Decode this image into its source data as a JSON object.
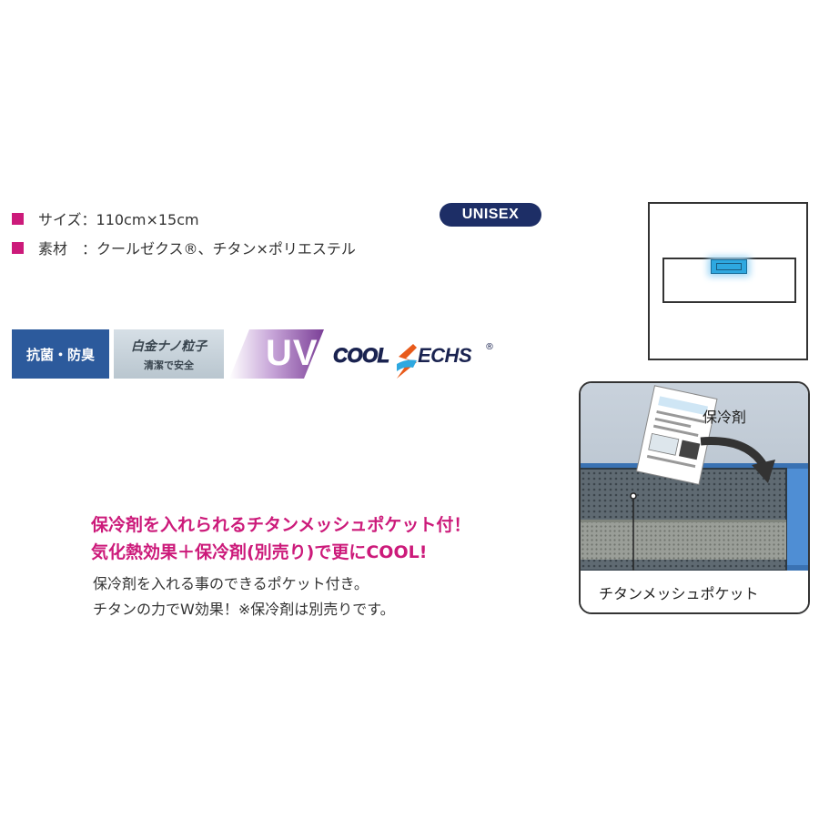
{
  "specs": [
    {
      "label": "サイズ：110cm×15cm"
    },
    {
      "label": "素材　：クールゼクス®、チタン×ポリエステル"
    }
  ],
  "unisex_badge": "UNISEX",
  "feature_badges": {
    "antibacterial": "抗菌・防臭",
    "platinum_line1": "白金ナノ粒子",
    "platinum_line2": "清潔で安全",
    "uv": "UV",
    "cool_part1": "COOL",
    "cool_part2": "ECHS",
    "cool_reg": "®"
  },
  "headline": {
    "line1": "保冷剤を入れられるチタンメッシュポケット付！",
    "line2": "気化熱効果＋保冷剤(別売り)で更にCOOL!"
  },
  "description": {
    "line1": "保冷剤を入れる事のできるポケット付き。",
    "line2": "チタンの力でW効果！※保冷剤は別売りです。"
  },
  "photo": {
    "ice_pack_label": "保冷剤",
    "pocket_label": "チタンメッシュポケット"
  },
  "colors": {
    "accent_magenta": "#cc1a7a",
    "navy": "#1d2e66",
    "badge_blue": "#2c5a9c",
    "band_blue": "#4f8ed4",
    "pocket_highlight": "#2ea8e0"
  },
  "icons": [
    "square-bullet-icon",
    "cool-sechs-logo",
    "curved-arrow-icon",
    "ice-pack-icon"
  ]
}
